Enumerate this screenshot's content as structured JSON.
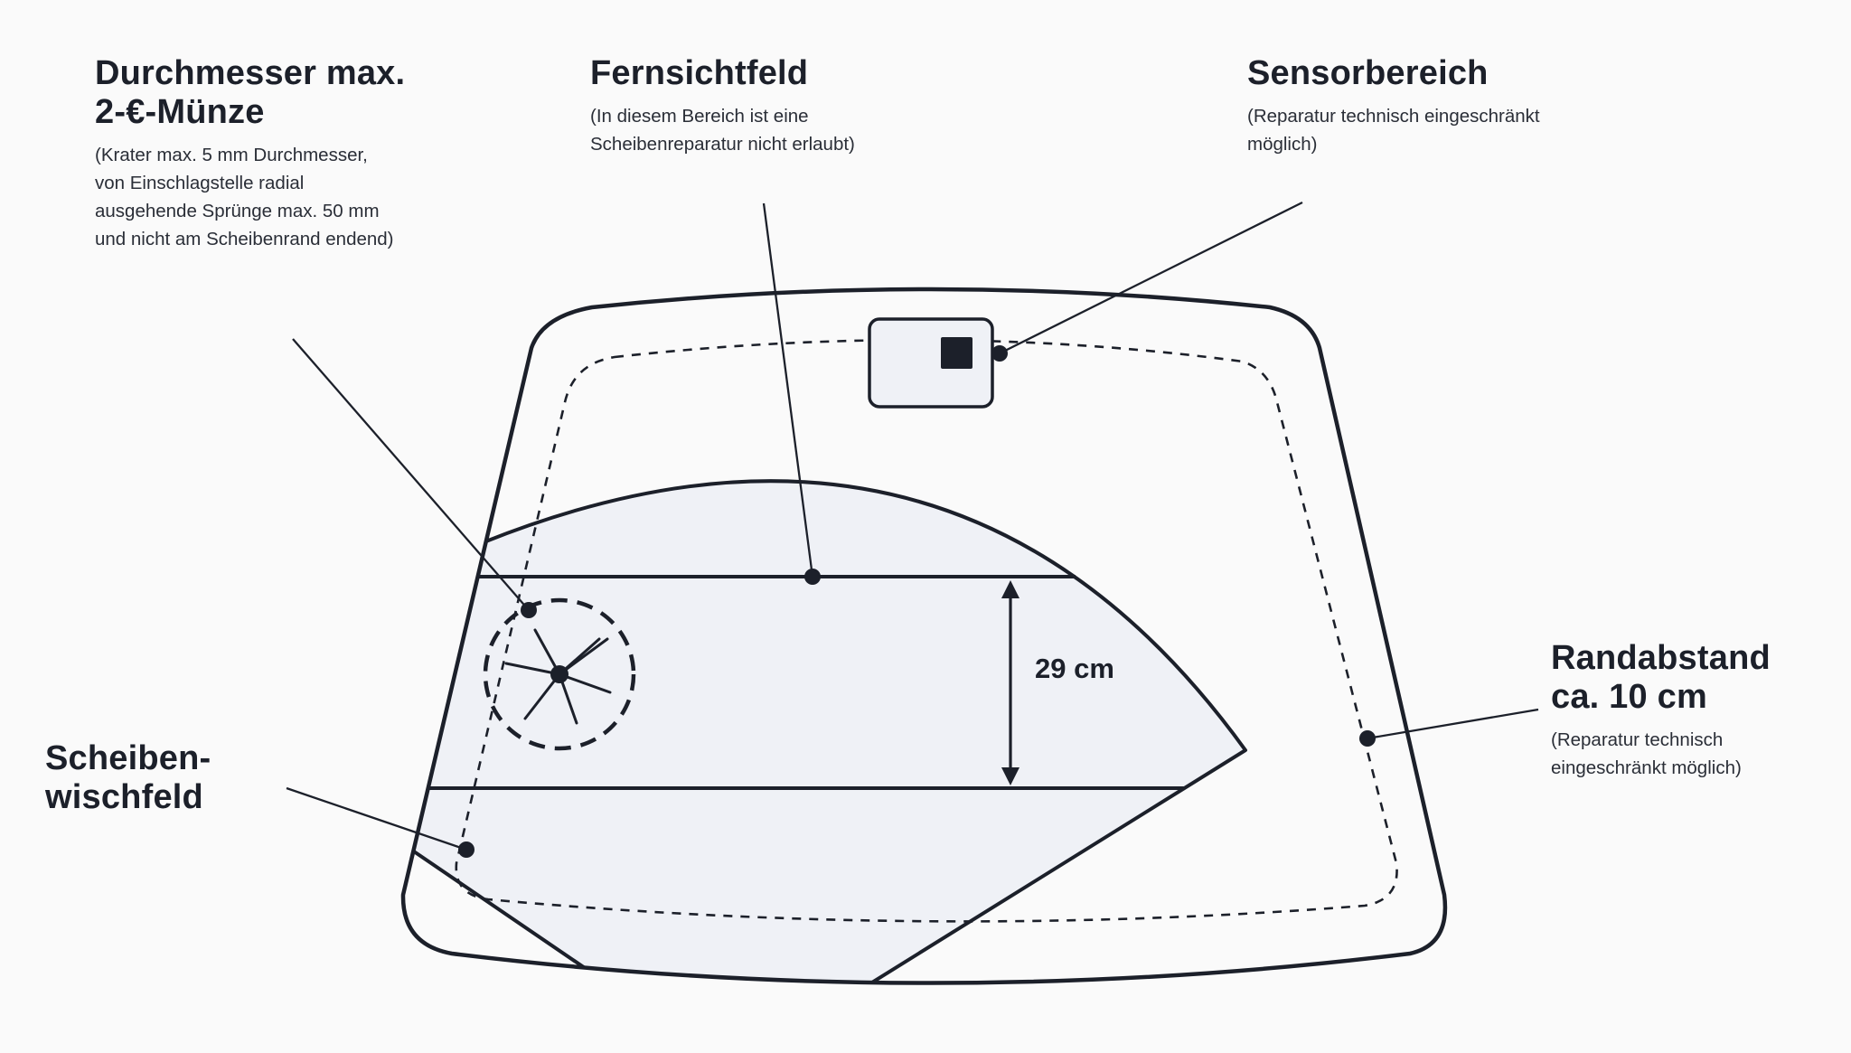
{
  "callouts": {
    "diameter": {
      "title_lines": [
        "Durchmesser max.",
        "2-€-Münze"
      ],
      "desc_lines": [
        "(Krater max. 5 mm Durchmesser,",
        "von Einschlagstelle radial",
        "ausgehende Sprünge max. 50 mm",
        "und nicht am Scheibenrand endend)"
      ]
    },
    "far_field": {
      "title_lines": [
        "Fernsichtfeld"
      ],
      "desc_lines": [
        "(In diesem Bereich ist eine",
        "Scheibenreparatur nicht erlaubt)"
      ]
    },
    "sensor": {
      "title_lines": [
        "Sensorbereich"
      ],
      "desc_lines": [
        "(Reparatur technisch eingeschränkt",
        "möglich)"
      ]
    },
    "edge": {
      "title_lines": [
        "Randabstand",
        "ca. 10 cm"
      ],
      "desc_lines": [
        "(Reparatur technisch",
        "eingeschränkt möglich)"
      ]
    },
    "wiper": {
      "title_lines": [
        "Scheiben-",
        "wischfeld"
      ],
      "desc_lines": []
    }
  },
  "dimension": {
    "label": "29 cm"
  },
  "colors": {
    "ink": "#1c202a",
    "zone_fill": "#eff1f6",
    "background": "#fafafa"
  },
  "icons": {
    "chip_crack": "star-crack-icon",
    "sensor": "sensor-square-icon"
  }
}
